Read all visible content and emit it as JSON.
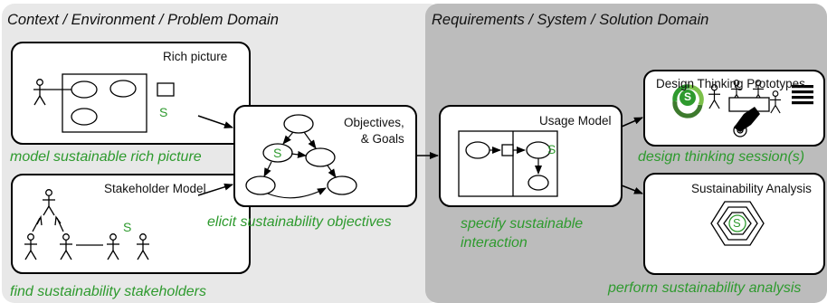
{
  "colors": {
    "left_panel": "#e8e8e8",
    "right_panel": "#bcbcbc",
    "accent_green": "#2e9a2e",
    "stroke": "#000000",
    "box_fill": "#ffffff"
  },
  "left_domain": {
    "title": "Context / Environment / Problem Domain",
    "rich_picture": {
      "title": "Rich picture",
      "symbol": "S",
      "activity": "model sustainable rich picture"
    },
    "stakeholder_model": {
      "title": "Stakeholder Model",
      "symbol": "S",
      "activity": "find sustainability stakeholders"
    },
    "goals": {
      "title": "Objectives,\n& Goals",
      "symbol": "S",
      "activity": "elicit sustainability objectives"
    }
  },
  "right_domain": {
    "title": "Requirements / System / Solution Domain",
    "usage_model": {
      "title": "Usage Model",
      "symbol": "S",
      "activity": "specify sustainable\ninteraction"
    },
    "design_thinking": {
      "title": "Design Thinking Prototypes",
      "symbol": "S",
      "activity": "design thinking session(s)"
    },
    "sustainability_analysis": {
      "title": "Sustainability Analysis",
      "symbol": "S",
      "activity": "perform sustainability analysis"
    }
  },
  "icons": [
    "stick-figure-icon",
    "process-cycle-icon",
    "hand-gesture-icon",
    "menu-lines-icon",
    "hexagon-icon",
    "arrow-icon"
  ]
}
